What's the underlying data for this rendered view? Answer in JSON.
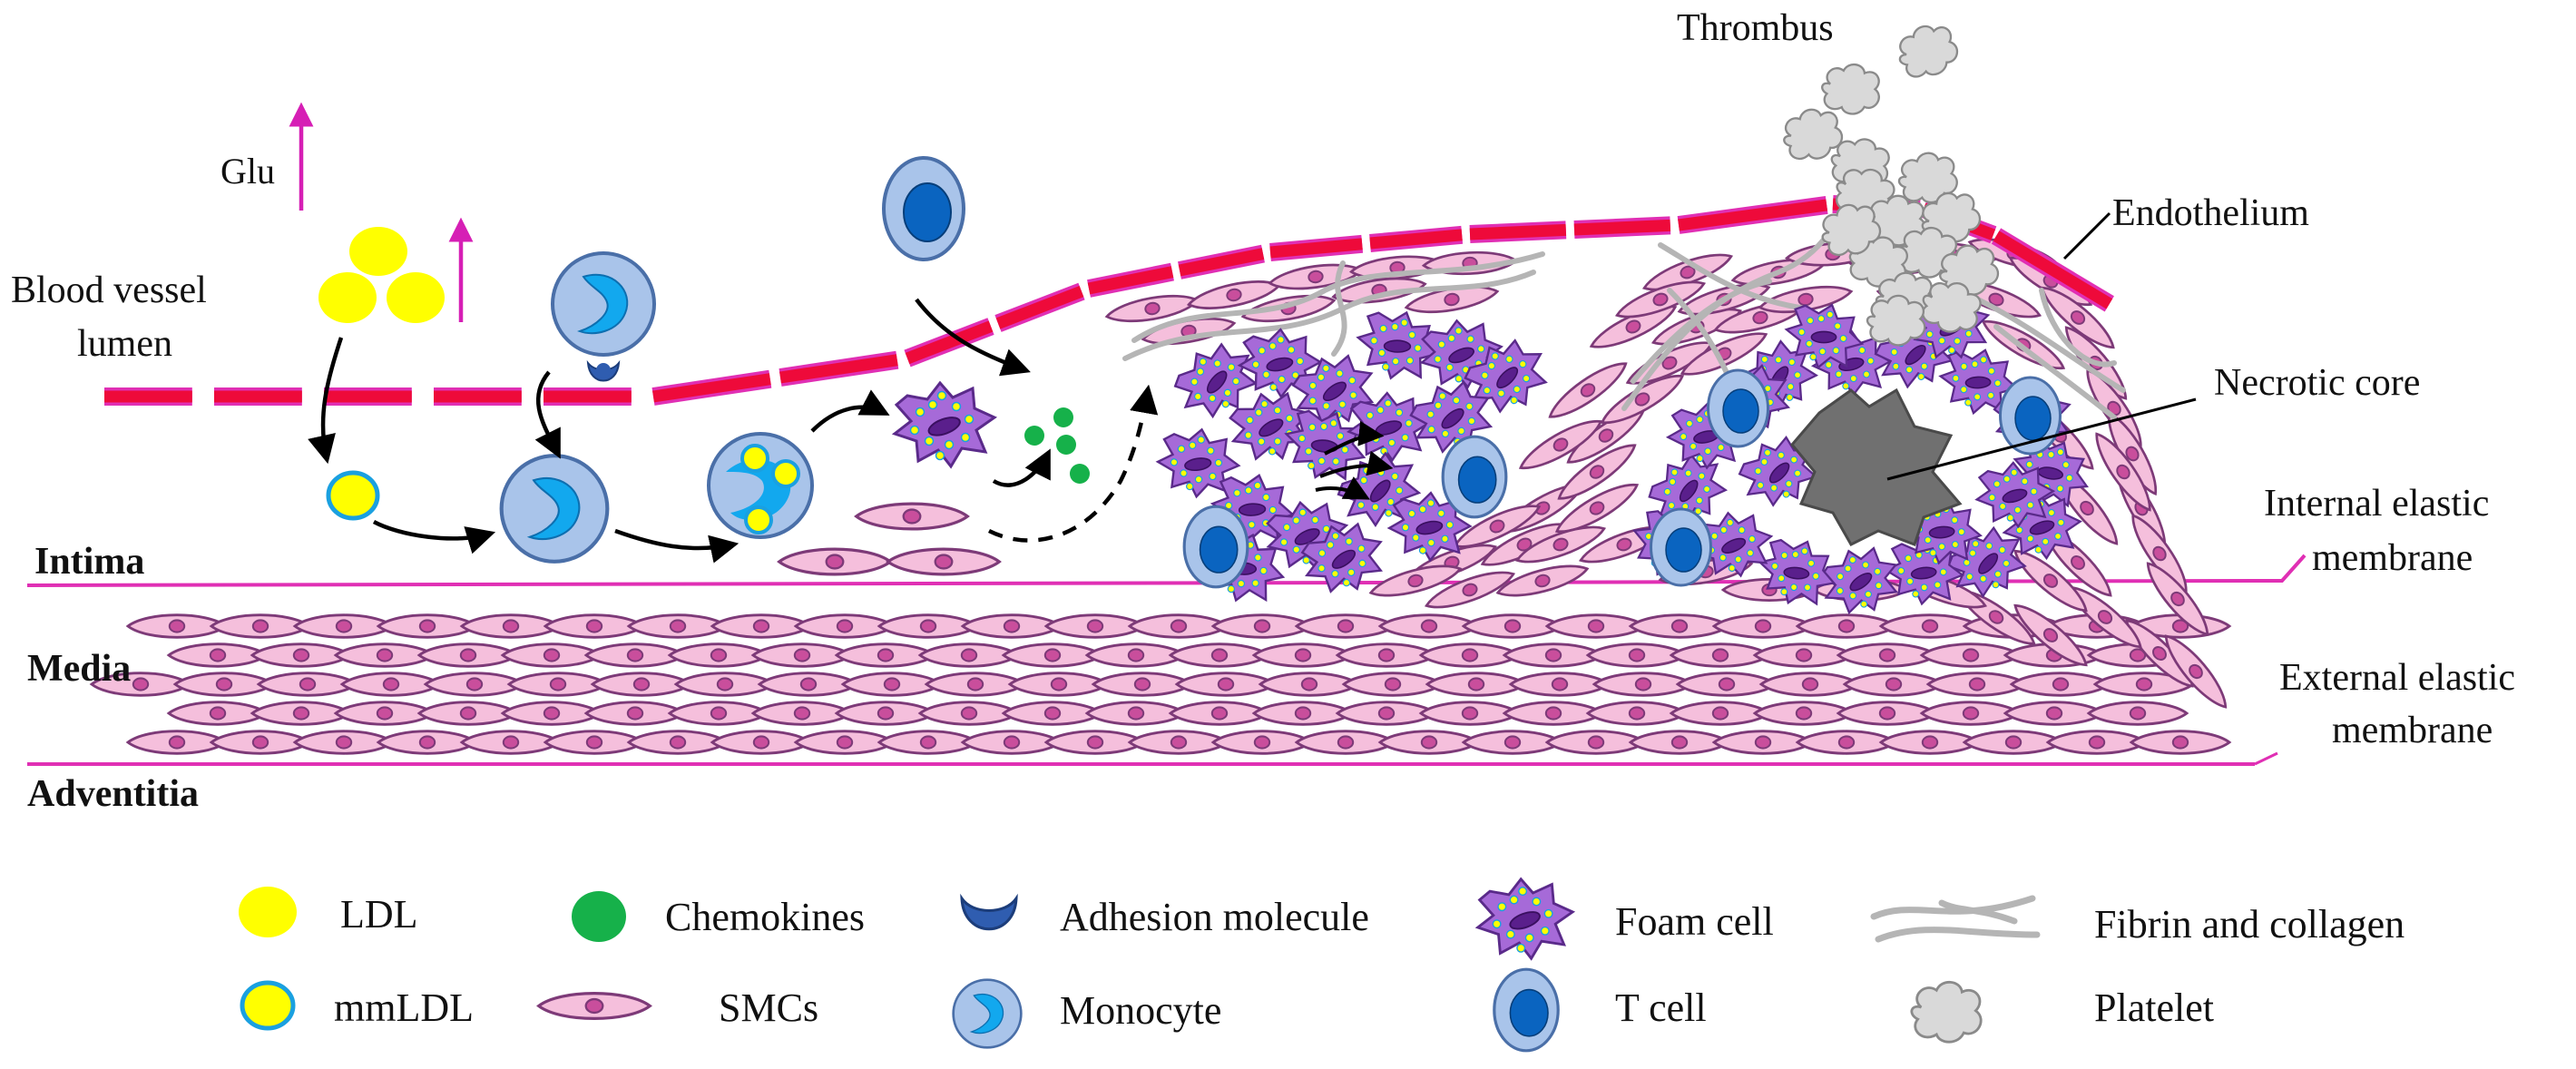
{
  "labels": {
    "glu": "Glu",
    "lumen_line1": "Blood vessel",
    "lumen_line2": "lumen",
    "thrombus": "Thrombus",
    "endothelium": "Endothelium",
    "necrotic_core": "Necrotic core",
    "iem_line1": "Internal elastic",
    "iem_line2": "membrane",
    "eem_line1": "External elastic",
    "eem_line2": "membrane",
    "intima": "Intima",
    "media": "Media",
    "adventitia": "Adventitia"
  },
  "legend": {
    "ldl": "LDL",
    "mmldl": "mmLDL",
    "chemokines": "Chemokines",
    "smcs": "SMCs",
    "adhesion": "Adhesion molecule",
    "monocyte": "Monocyte",
    "foam": "Foam cell",
    "tcell": "T cell",
    "fibrin": "Fibrin and collagen",
    "platelet": "Platelet"
  },
  "colors": {
    "endothelium": "#ee0a3a",
    "membrane": "#e02fb4",
    "smc_fill": "#f5bfdc",
    "smc_stroke": "#7d3a78",
    "smc_nucleus": "#c94e9c",
    "ldl": "#ffff00",
    "mmldl_ring": "#1aa0e0",
    "chemokine": "#16b14a",
    "monocyte_fill": "#a9c4ea",
    "monocyte_nucleus": "#12a8ee",
    "tcell_nucleus": "#0a64c0",
    "adhesion": "#2f5db0",
    "foam_fill": "#a66ad8",
    "foam_nucleus": "#5a1f8c",
    "necrotic": "#707070",
    "fibrin": "#b5b5b5",
    "platelet_fill": "#d9d9d9",
    "arrow_glu": "#d61fb5"
  },
  "icons": [
    "ldl-icon",
    "mmldl-icon",
    "chemokine-icon",
    "smc-icon",
    "adhesion-molecule-icon",
    "monocyte-icon",
    "foam-cell-icon",
    "t-cell-icon",
    "fibrin-collagen-icon",
    "platelet-icon"
  ]
}
